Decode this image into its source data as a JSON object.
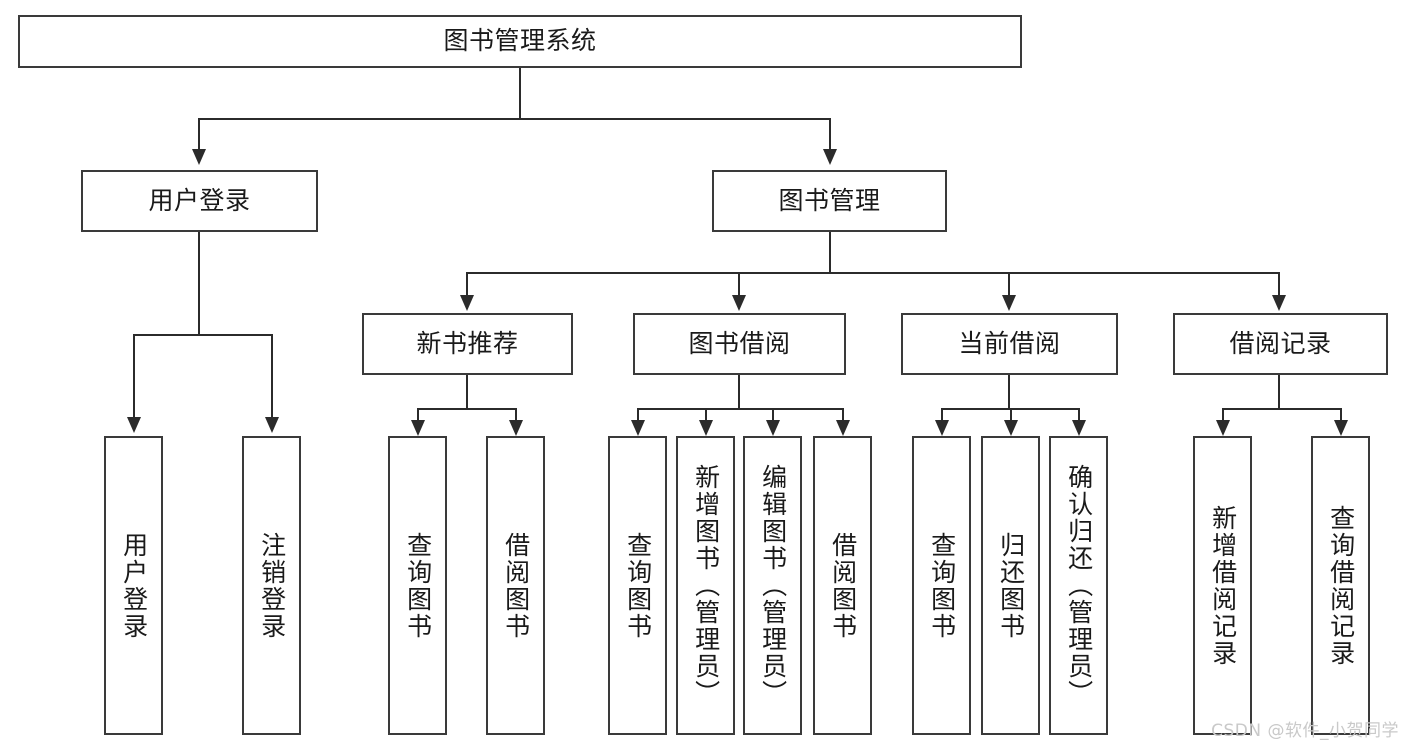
{
  "diagram": {
    "type": "tree-hierarchy",
    "title": "图书管理系统",
    "background_color": "#ffffff",
    "border_color": "#3a3a3a",
    "connector_color": "#2b2b2b",
    "text_color": "#1a1a1a"
  },
  "nodes": {
    "root": {
      "label": "图书管理系统",
      "level": 1
    },
    "level2": [
      {
        "id": "user-login",
        "label": "用户登录"
      },
      {
        "id": "book-manage",
        "label": "图书管理"
      }
    ],
    "level3": [
      {
        "id": "new-book-recommend",
        "label": "新书推荐",
        "parent": "book-manage"
      },
      {
        "id": "book-borrow",
        "label": "图书借阅",
        "parent": "book-manage"
      },
      {
        "id": "current-borrow",
        "label": "当前借阅",
        "parent": "book-manage"
      },
      {
        "id": "borrow-record",
        "label": "借阅记录",
        "parent": "book-manage"
      }
    ],
    "leaves": {
      "user-login": [
        {
          "id": "leaf-user-login",
          "label": "用户登录"
        },
        {
          "id": "leaf-user-logout",
          "label": "注销登录"
        }
      ],
      "new-book-recommend": [
        {
          "id": "leaf-query-book-1",
          "label": "查询图书"
        },
        {
          "id": "leaf-borrow-book-1",
          "label": "借阅图书"
        }
      ],
      "book-borrow": [
        {
          "id": "leaf-query-book-2",
          "label": "查询图书"
        },
        {
          "id": "leaf-add-book",
          "label": "新增图书（管理员）"
        },
        {
          "id": "leaf-edit-book",
          "label": "编辑图书（管理员）"
        },
        {
          "id": "leaf-borrow-book-2",
          "label": "借阅图书"
        }
      ],
      "current-borrow": [
        {
          "id": "leaf-query-book-3",
          "label": "查询图书"
        },
        {
          "id": "leaf-return-book",
          "label": "归还图书"
        },
        {
          "id": "leaf-confirm-return",
          "label": "确认归还（管理员）"
        }
      ],
      "borrow-record": [
        {
          "id": "leaf-add-record",
          "label": "新增借阅记录"
        },
        {
          "id": "leaf-query-record",
          "label": "查询借阅记录"
        }
      ]
    }
  },
  "watermark": {
    "text": "CSDN @软件_小贺同学"
  }
}
